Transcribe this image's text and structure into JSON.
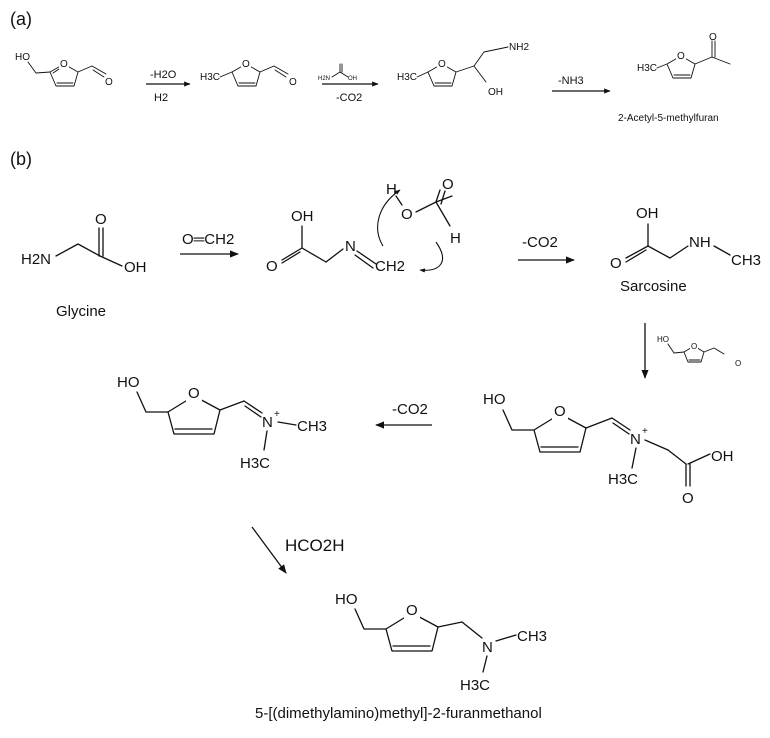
{
  "panels": {
    "a": {
      "label": "(a)"
    },
    "b": {
      "label": "(b)"
    }
  },
  "atoms": {
    "ho": "HO",
    "oh": "OH",
    "o": "O",
    "h": "H",
    "h3c": "H3C",
    "nh2": "NH2",
    "h2n": "H2N",
    "ch3": "CH3",
    "ch2": "CH2",
    "n": "N",
    "nh": "NH"
  },
  "panel_a": {
    "step1_top": "-H2O",
    "step1_bottom": "H2",
    "step2_bottom": "-CO2",
    "step3_top": "-NH3",
    "product_name": "2-Acetyl-5-methylfuran"
  },
  "panel_b": {
    "glycine": "Glycine",
    "formaldehyde": "O═CH2",
    "decarboxylation": "-CO2",
    "sarcosine": "Sarcosine",
    "decarboxylation_2": "-CO2",
    "formic_acid": "HCO2H",
    "final_product": "5-[(dimethylamino)methyl]-2-furanmethanol"
  }
}
